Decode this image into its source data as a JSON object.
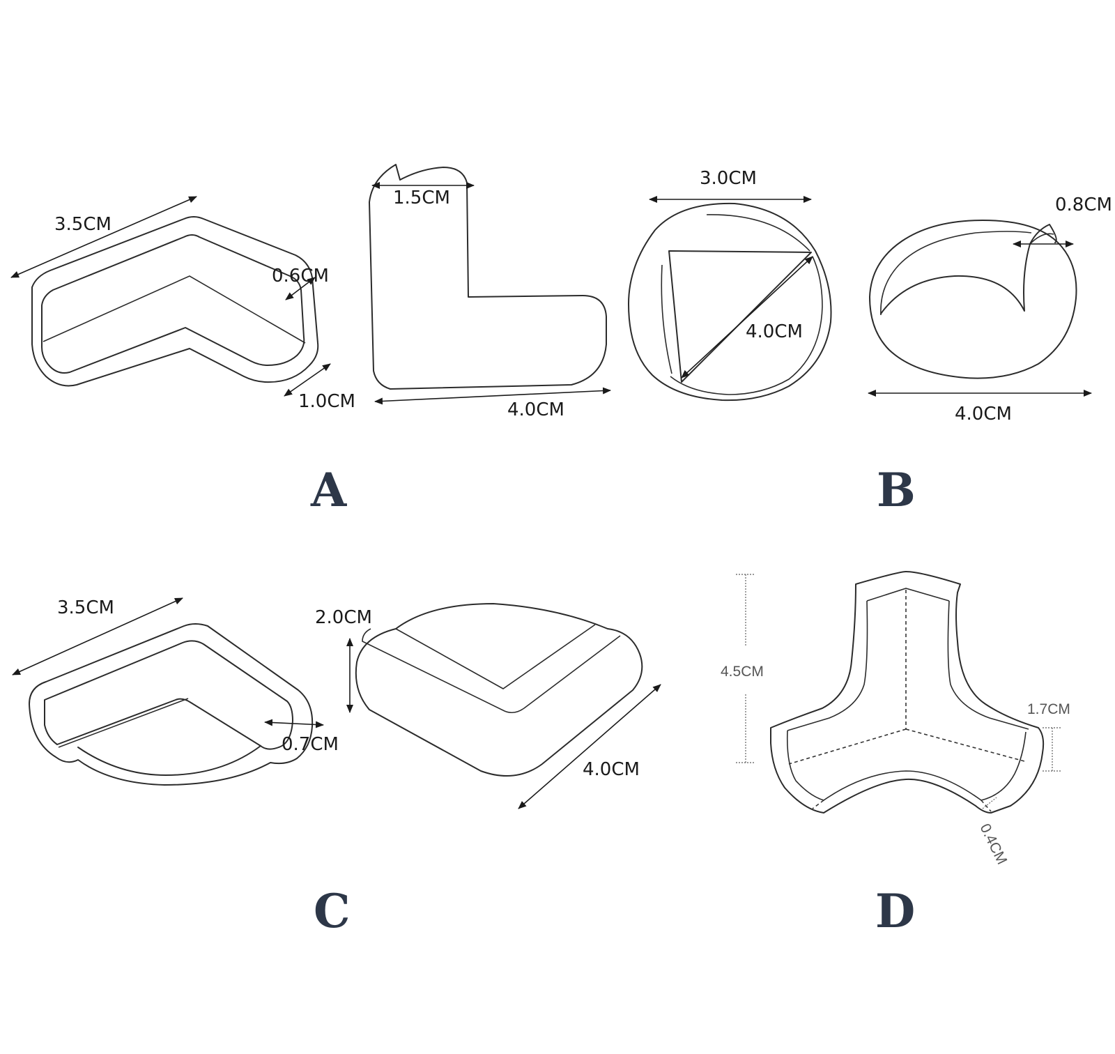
{
  "panels": {
    "A": {
      "label": "A",
      "piece1": {
        "length": "3.5CM",
        "thickness": "0.6CM",
        "height": "1.0CM"
      },
      "piece2": {
        "top_width": "1.5CM",
        "length": "4.0CM"
      }
    },
    "B": {
      "label": "B",
      "piece1": {
        "width": "3.0CM",
        "diagonal": "4.0CM"
      },
      "piece2": {
        "thickness": "0.8CM",
        "length": "4.0CM"
      }
    },
    "C": {
      "label": "C",
      "piece1": {
        "length": "3.5CM",
        "thickness": "0.7CM"
      },
      "piece2": {
        "height": "2.0CM",
        "length": "4.0CM"
      }
    },
    "D": {
      "label": "D",
      "piece1": {
        "height": "4.5CM",
        "side_height": "1.7CM",
        "thickness": "0.4CM"
      }
    }
  },
  "colors": {
    "line": "#2b2b2b",
    "letter": "#2d3748",
    "dim_text": "#1a1a1a",
    "dotted": "#777777"
  }
}
